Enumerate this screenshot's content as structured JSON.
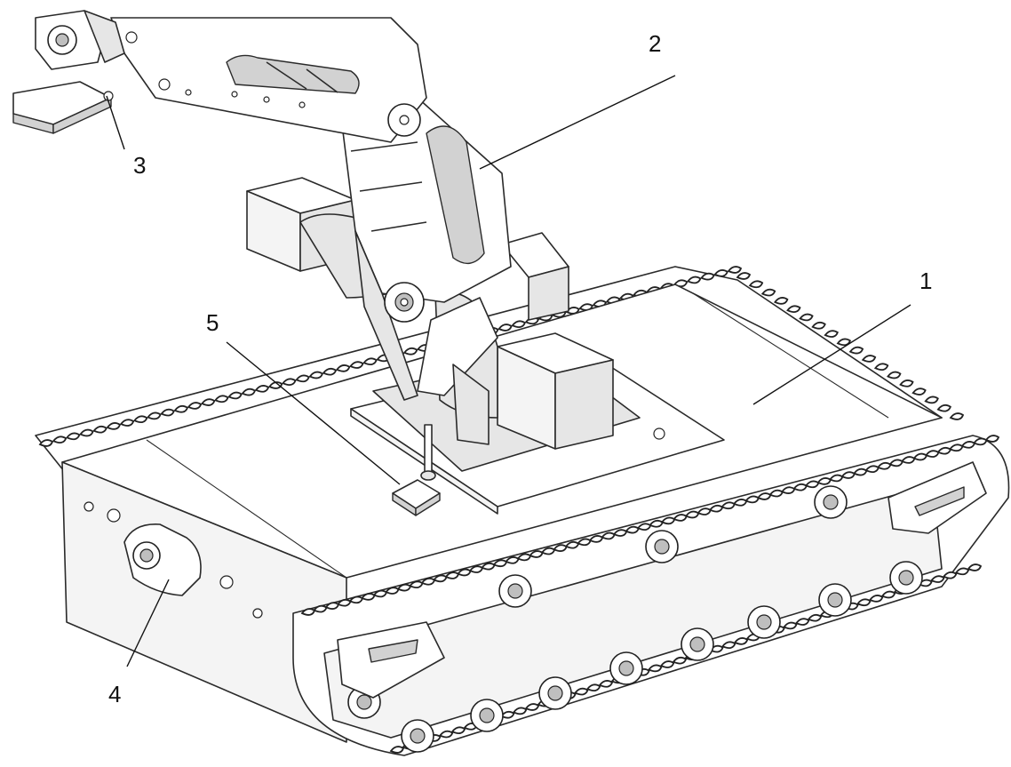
{
  "callouts": [
    {
      "id": "1",
      "label": "1",
      "part": "chassis-body"
    },
    {
      "id": "2",
      "label": "2",
      "part": "robotic-arm"
    },
    {
      "id": "3",
      "label": "3",
      "part": "gripper"
    },
    {
      "id": "4",
      "label": "4",
      "part": "front-servo"
    },
    {
      "id": "5",
      "label": "5",
      "part": "sensor-probe"
    }
  ]
}
